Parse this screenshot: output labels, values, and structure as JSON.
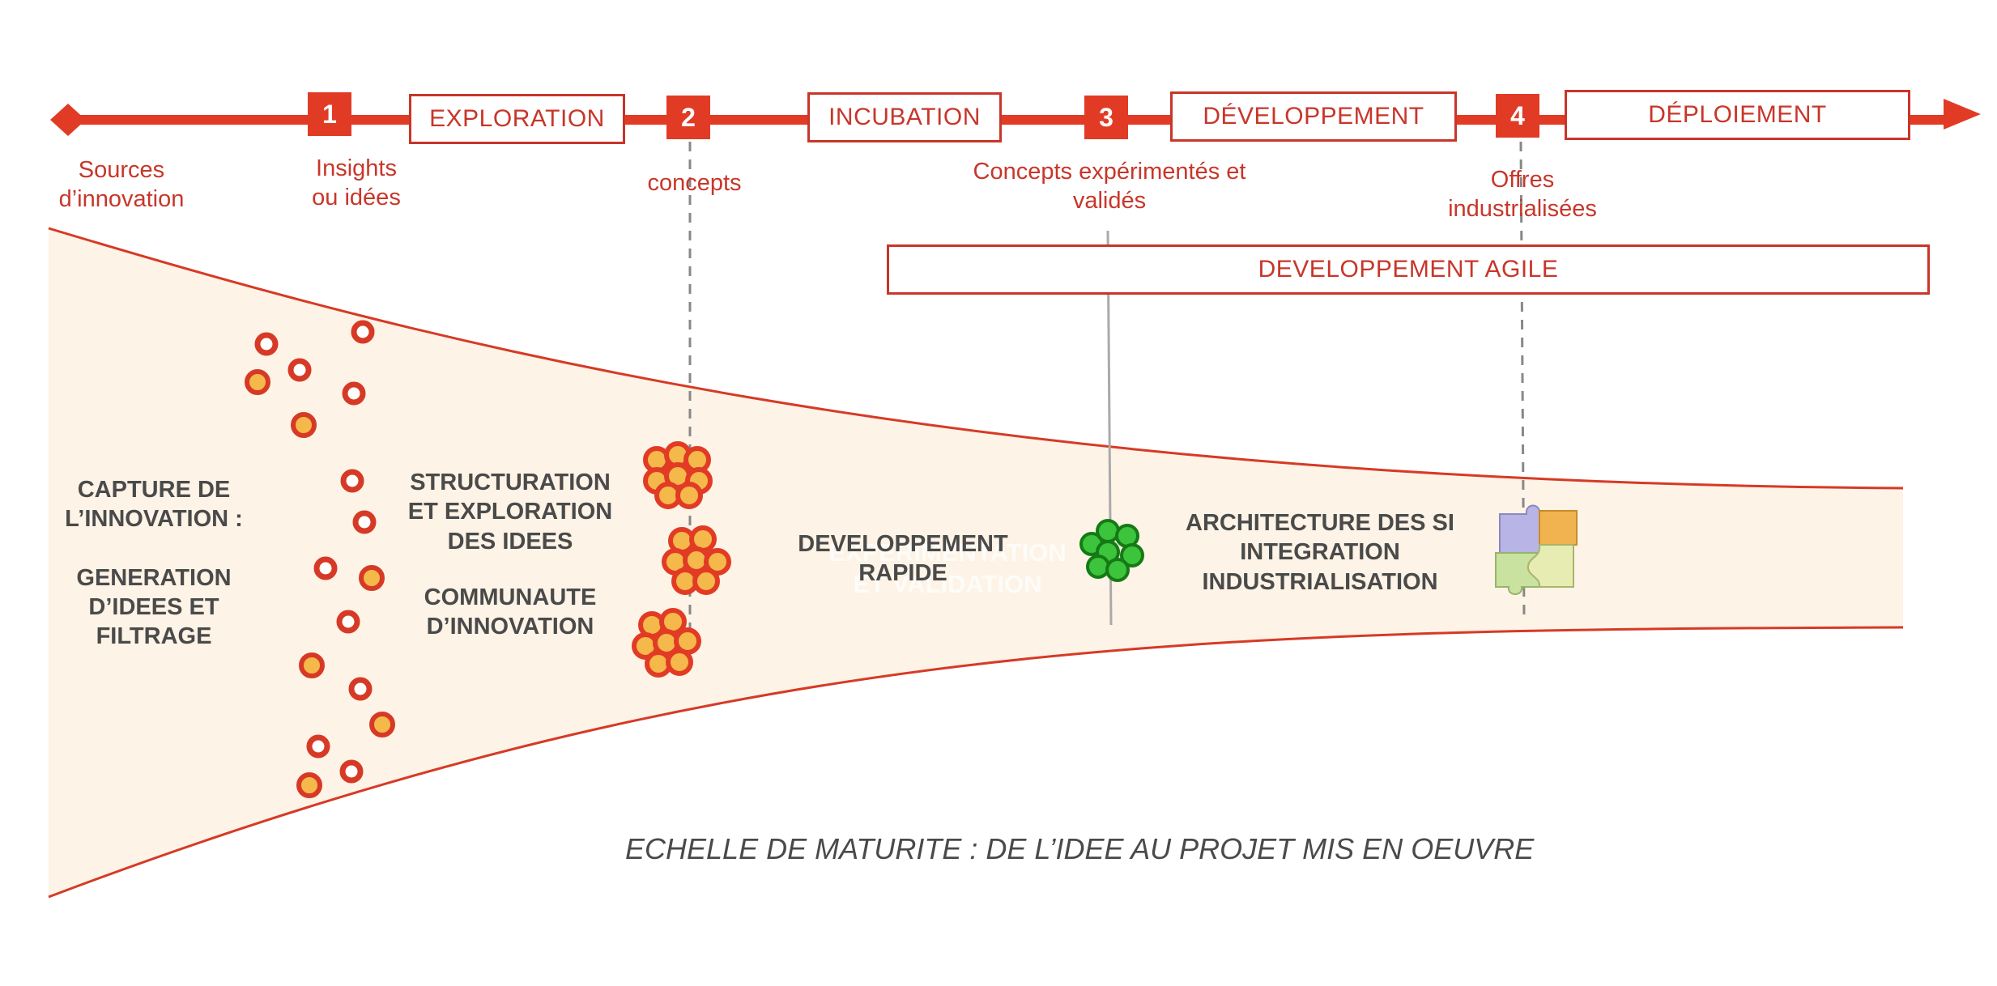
{
  "timeline": {
    "stages": [
      "EXPLORATION",
      "INCUBATION",
      "DÉVELOPPEMENT",
      "DÉPLOIEMENT"
    ],
    "markers": [
      "1",
      "2",
      "3",
      "4"
    ],
    "milestones": [
      "Sources\nd’innovation",
      "Insights\nou idées",
      "concepts",
      "Concepts expérimentés et\nvalidés",
      "Offres\nindustrialisées"
    ]
  },
  "agile_box": "DEVELOPPEMENT AGILE",
  "phases": {
    "capture": "CAPTURE DE\nL’INNOVATION :\n\nGENERATION\nD’IDEES ET\nFILTRAGE",
    "structuration": "STRUCTURATION\nET EXPLORATION\nDES IDEES",
    "communaute": "COMMUNAUTE\nD’INNOVATION",
    "developpement": "DEVELOPPEMENT\nRAPIDE",
    "ghost": "EXPERIMENTATION\nET VALIDATION",
    "architecture": "ARCHITECTURE DES SI\nINTEGRATION\nINDUSTRIALISATION"
  },
  "footer": "ECHELLE DE MATURITE :  DE L’IDEE AU PROJET MIS EN OEUVRE",
  "colors": {
    "accent": "#e23b25",
    "text_red": "#c8362a",
    "funnel_fill": "#fdf3e6",
    "dot_fill": "#f5b84a",
    "green": "#1e9b1e",
    "phase_text": "#4a4a4a"
  }
}
